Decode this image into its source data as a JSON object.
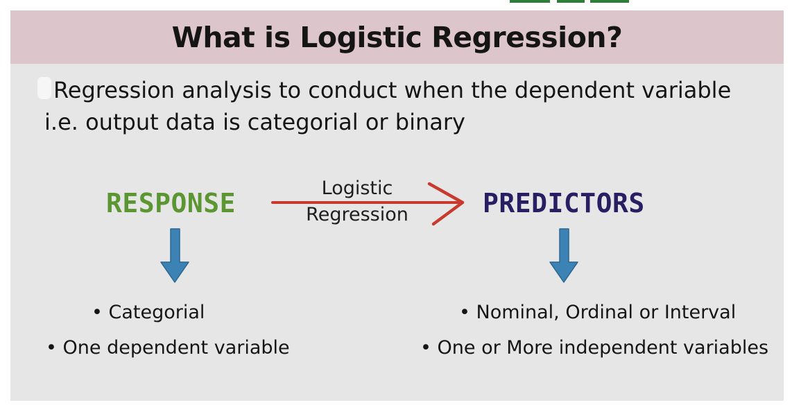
{
  "slide": {
    "title": "What is Logistic Regression?",
    "definition_line1": "Regression analysis to conduct when the dependent variable",
    "definition_line2": "i.e. output data is categorial or binary"
  },
  "diagram": {
    "response": "RESPONSE",
    "predictors": "PREDICTORS",
    "connector_line1": "Logistic",
    "connector_line2": "Regression",
    "response_bullets": [
      "• Categorial",
      "• One dependent variable"
    ],
    "predictor_bullets": [
      "• Nominal, Ordinal or Interval",
      "• One or More independent variables"
    ]
  },
  "colors": {
    "title_bar": "#dcc6cb",
    "slide_bg": "#e6e6e6",
    "response_text": "#5c9632",
    "predictors_text": "#281f63",
    "connector_arrow": "#c83a2e",
    "down_arrows": "#3d82b5"
  },
  "icons": {
    "connector": "arrow-right-icon",
    "response_down": "arrow-down-icon",
    "predictors_down": "arrow-down-icon"
  }
}
